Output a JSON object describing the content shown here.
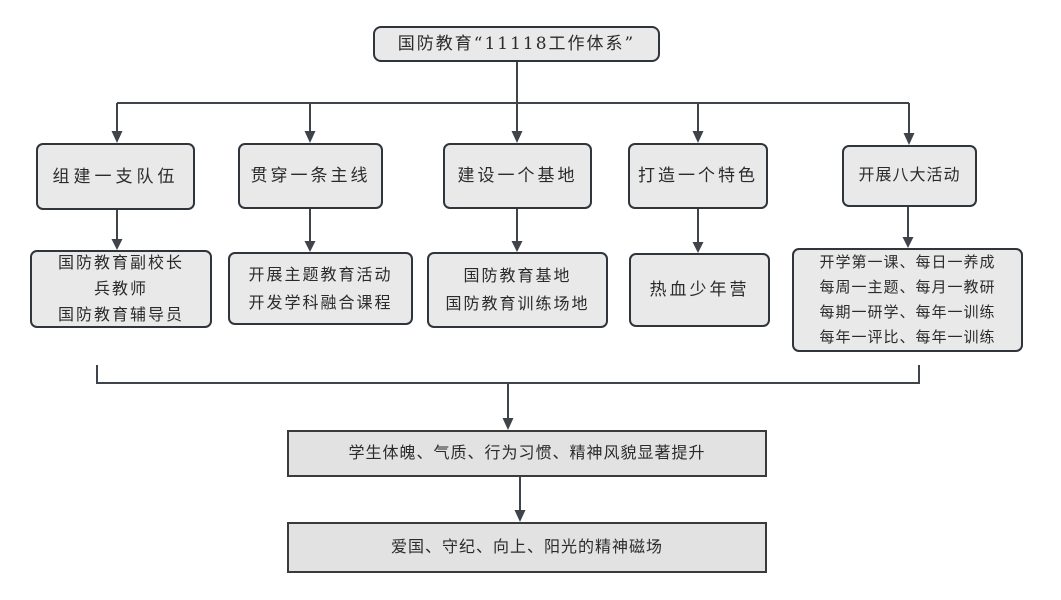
{
  "colors": {
    "box_fill": "#e9e9e9",
    "box_border": "#2f353b",
    "connector": "#3f444b",
    "outcome_fill": "#e2e2e2",
    "outcome_border": "#3a3a3a",
    "background": "#ffffff"
  },
  "root": {
    "label": "国防教育“11118工作体系”"
  },
  "branches": [
    {
      "title": "组建一支队伍",
      "details": [
        "国防教育副校长",
        "兵教师",
        "国防教育辅导员"
      ]
    },
    {
      "title": "贯穿一条主线",
      "details": [
        "开展主题教育活动",
        "开发学科融合课程"
      ]
    },
    {
      "title": "建设一个基地",
      "details": [
        "国防教育基地",
        "国防教育训练场地"
      ]
    },
    {
      "title": "打造一个特色",
      "details": [
        "热血少年营"
      ]
    },
    {
      "title": "开展八大活动",
      "details": [
        "开学第一课、每日一养成",
        "每周一主题、每月一教研",
        "每期一研学、每年一训练",
        "每年一评比、每年一训练"
      ]
    }
  ],
  "outcomes": [
    "学生体魄、气质、行为习惯、精神风貌显著提升",
    "爱国、守纪、向上、阳光的精神磁场"
  ]
}
